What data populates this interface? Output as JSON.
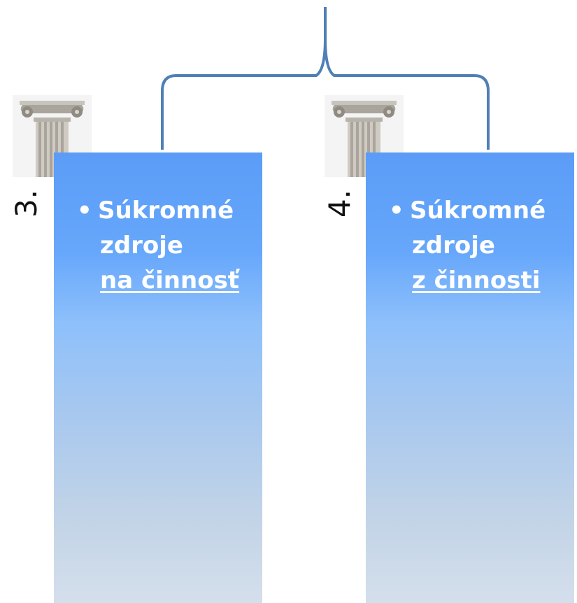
{
  "items": [
    {
      "number": "3.",
      "line1": "Súkromné",
      "line2": "zdroje",
      "line3": "na činnosť"
    },
    {
      "number": "4.",
      "line1": "Súkromné",
      "line2": "zdroje",
      "line3": "z činnosti"
    }
  ],
  "colors": {
    "panel_top": "#5b9cf7",
    "panel_bottom": "#d4dfec",
    "connector": "#4f7fb7",
    "text": "#ffffff"
  },
  "icons": [
    "ionic-column-icon",
    "ionic-column-icon"
  ]
}
